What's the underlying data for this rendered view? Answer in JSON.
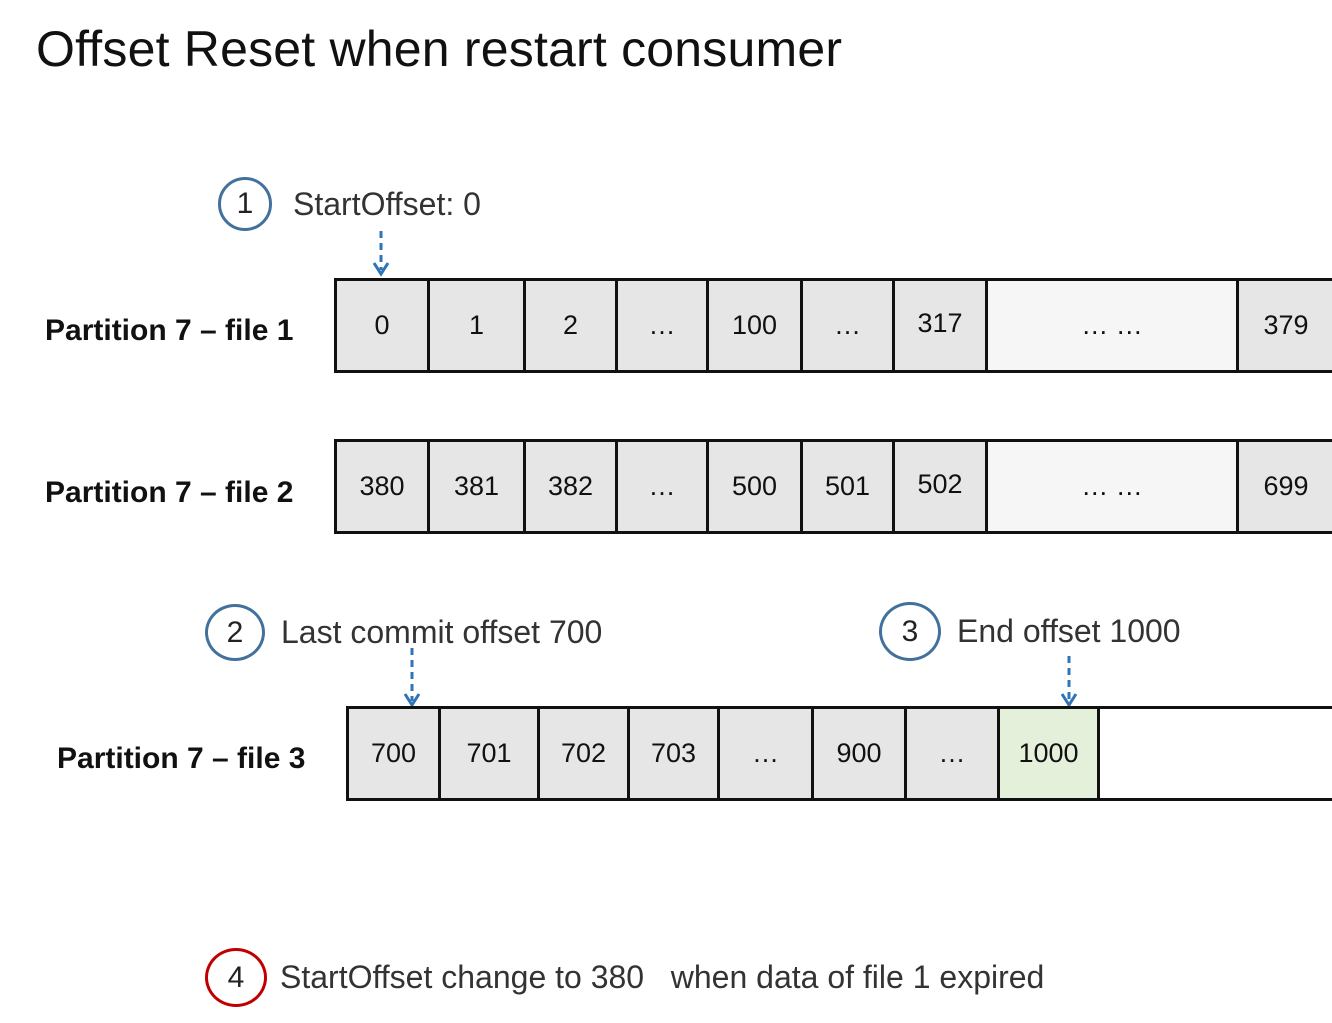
{
  "title": "Offset Reset when restart consumer",
  "colors": {
    "circle_blue": "#41719c",
    "circle_red": "#c00000",
    "arrow_blue": "#2e75b6",
    "cell_gray": "#e6e6e6",
    "cell_green": "#e5f0db"
  },
  "callouts": [
    {
      "number": "1",
      "text": "StartOffset:  0"
    },
    {
      "number": "2",
      "text": "Last commit offset 700"
    },
    {
      "number": "3",
      "text": "End offset 1000"
    },
    {
      "number": "4",
      "text": "StartOffset change to 380   when data of file 1 expired"
    }
  ],
  "files": [
    {
      "label": "Partition 7 – file 1",
      "cells": [
        "0",
        "1",
        "2",
        "…",
        "100",
        "…",
        "317",
        "… …",
        "379"
      ]
    },
    {
      "label": "Partition 7 – file 2",
      "cells": [
        "380",
        "381",
        "382",
        "…",
        "500",
        "501",
        "502",
        "… …",
        "699"
      ]
    },
    {
      "label": "Partition 7 – file 3",
      "cells": [
        "700",
        "701",
        "702",
        "703",
        "…",
        "900",
        "…",
        "1000",
        ""
      ]
    }
  ]
}
